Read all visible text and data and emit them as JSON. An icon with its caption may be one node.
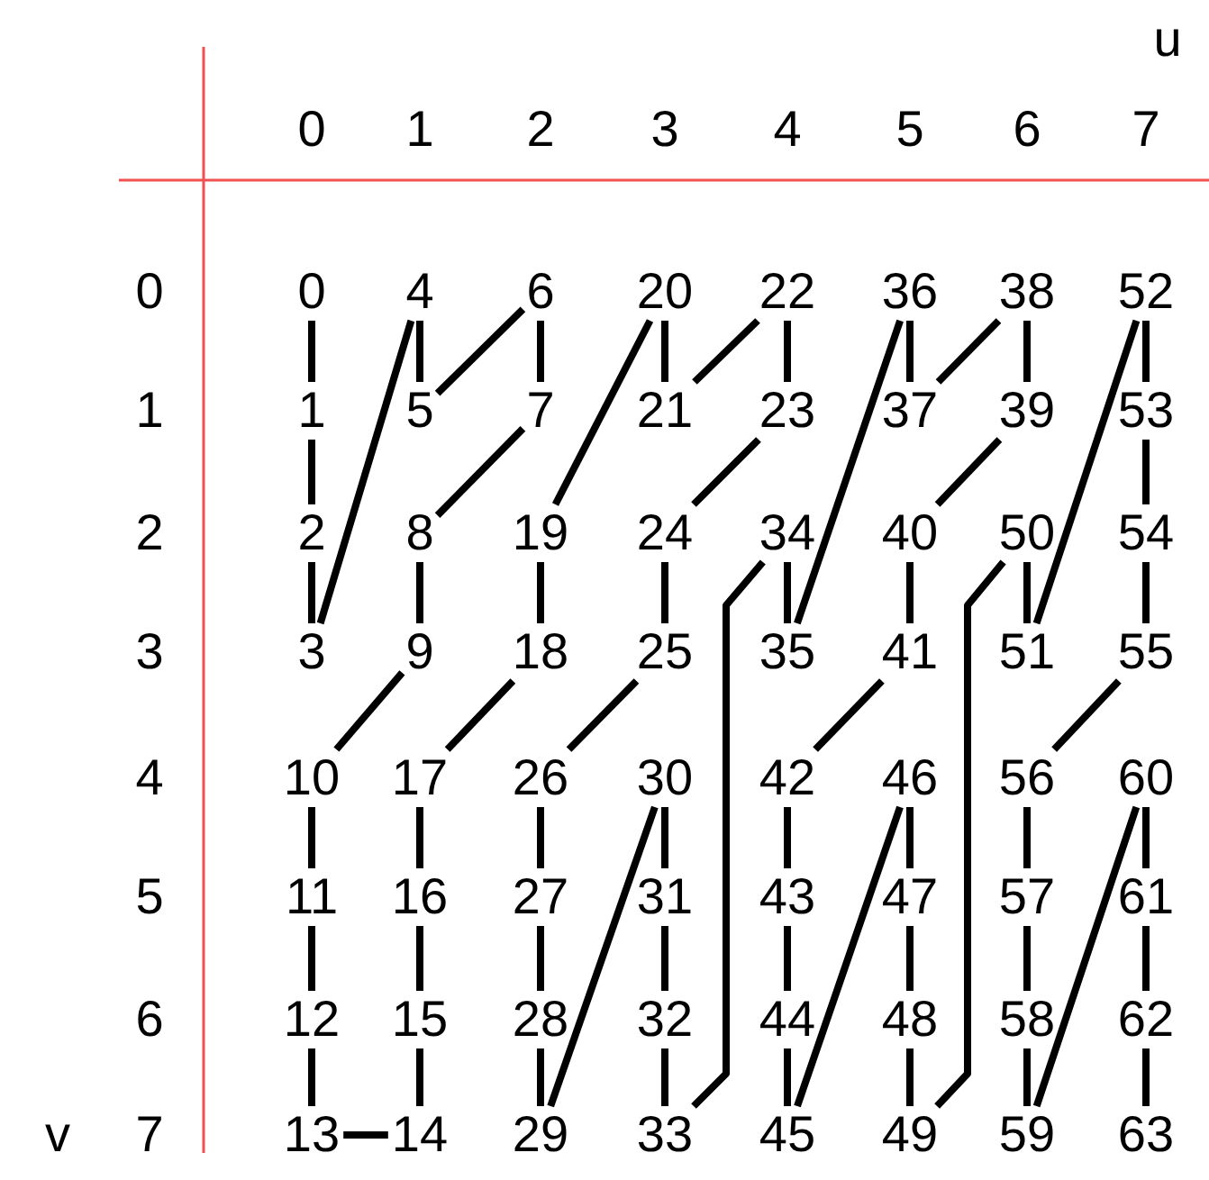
{
  "diagram": {
    "nodes": [
      {
        "text": [
          "0"
        ]
      },
      {
        "text": [
          "4"
        ]
      },
      {
        "text": [
          "6"
        ]
      },
      {
        "text": [
          "20"
        ]
      },
      {
        "text": [
          "22"
        ]
      },
      {
        "text": [
          "36"
        ]
      },
      {
        "text": [
          "38"
        ]
      },
      {
        "text": [
          "52"
        ]
      },
      {
        "text": [
          "1"
        ]
      },
      {
        "text": [
          "5"
        ]
      },
      {
        "text": [
          "7"
        ]
      },
      {
        "text": [
          "21"
        ]
      },
      {
        "text": [
          "23"
        ]
      },
      {
        "text": [
          "37"
        ]
      },
      {
        "text": [
          "39"
        ]
      },
      {
        "text": [
          "53"
        ]
      },
      {
        "text": [
          "2"
        ]
      },
      {
        "text": [
          "8"
        ]
      },
      {
        "text": [
          "19"
        ]
      },
      {
        "text": [
          "24"
        ]
      },
      {
        "text": [
          "34"
        ]
      },
      {
        "text": [
          "40"
        ]
      },
      {
        "text": [
          "50"
        ]
      },
      {
        "text": [
          "54"
        ]
      },
      {
        "text": [
          "3"
        ]
      },
      {
        "text": [
          "9"
        ]
      },
      {
        "text": [
          "18"
        ]
      },
      {
        "text": [
          "25"
        ]
      },
      {
        "text": [
          "35"
        ]
      },
      {
        "text": [
          "41"
        ]
      },
      {
        "text": [
          "51"
        ]
      },
      {
        "text": [
          "55"
        ]
      },
      {
        "text": [
          "10"
        ]
      },
      {
        "text": [
          "17"
        ]
      },
      {
        "text": [
          "26"
        ]
      },
      {
        "text": [
          "30"
        ]
      },
      {
        "text": [
          "42"
        ]
      },
      {
        "text": [
          "46"
        ]
      },
      {
        "text": [
          "56"
        ]
      },
      {
        "text": [
          "60"
        ]
      },
      {
        "text": [
          "11"
        ]
      },
      {
        "text": [
          "16"
        ]
      },
      {
        "text": [
          "27"
        ]
      },
      {
        "text": [
          "31"
        ]
      },
      {
        "text": [
          "43"
        ]
      },
      {
        "text": [
          "47"
        ]
      },
      {
        "text": [
          "57"
        ]
      },
      {
        "text": [
          "61"
        ]
      },
      {
        "text": [
          "12"
        ]
      },
      {
        "text": [
          "15"
        ]
      },
      {
        "text": [
          "28"
        ]
      },
      {
        "text": [
          "32"
        ]
      },
      {
        "text": [
          "44"
        ]
      },
      {
        "text": [
          "48"
        ]
      },
      {
        "text": [
          "58"
        ]
      },
      {
        "text": [
          "62"
        ]
      },
      {
        "text": [
          "13"
        ]
      },
      {
        "text": [
          "14"
        ]
      },
      {
        "text": [
          "29"
        ]
      },
      {
        "text": [
          "33"
        ]
      },
      {
        "text": [
          "45"
        ]
      },
      {
        "text": [
          "49"
        ]
      },
      {
        "text": [
          "59"
        ]
      },
      {
        "text": [
          "63"
        ]
      }
    ],
    "edges": [
      {
        "from": 0,
        "to": 8,
        "arrow": "none"
      },
      {
        "from": 8,
        "to": 16,
        "arrow": "none"
      },
      {
        "from": 16,
        "to": 24,
        "arrow": "none"
      },
      {
        "from": 24,
        "to": 1,
        "arrow": "none"
      },
      {
        "from": 1,
        "to": 9,
        "arrow": "none"
      },
      {
        "from": 9,
        "to": 2,
        "arrow": "none"
      },
      {
        "from": 2,
        "to": 10,
        "arrow": "none"
      },
      {
        "from": 10,
        "to": 17,
        "arrow": "none"
      },
      {
        "from": 17,
        "to": 25,
        "arrow": "none"
      },
      {
        "from": 25,
        "to": 32,
        "arrow": "none"
      },
      {
        "from": 32,
        "to": 40,
        "arrow": "none"
      },
      {
        "from": 40,
        "to": 48,
        "arrow": "none"
      },
      {
        "from": 48,
        "to": 56,
        "arrow": "none"
      },
      {
        "from": 56,
        "to": 57,
        "arrow": "none"
      },
      {
        "from": 57,
        "to": 49,
        "arrow": "none"
      },
      {
        "from": 49,
        "to": 41,
        "arrow": "none"
      },
      {
        "from": 41,
        "to": 33,
        "arrow": "none"
      },
      {
        "from": 33,
        "to": 26,
        "arrow": "none"
      },
      {
        "from": 26,
        "to": 18,
        "arrow": "none"
      },
      {
        "from": 18,
        "to": 3,
        "arrow": "none"
      },
      {
        "from": 3,
        "to": 11,
        "arrow": "none"
      },
      {
        "from": 11,
        "to": 4,
        "arrow": "none"
      },
      {
        "from": 4,
        "to": 12,
        "arrow": "none"
      },
      {
        "from": 12,
        "to": 19,
        "arrow": "none"
      },
      {
        "from": 19,
        "to": 27,
        "arrow": "none"
      },
      {
        "from": 27,
        "to": 34,
        "arrow": "none"
      },
      {
        "from": 34,
        "to": 42,
        "arrow": "none"
      },
      {
        "from": 42,
        "to": 50,
        "arrow": "none"
      },
      {
        "from": 50,
        "to": 58,
        "arrow": "none"
      },
      {
        "from": 58,
        "to": 35,
        "arrow": "none"
      },
      {
        "from": 35,
        "to": 43,
        "arrow": "none"
      },
      {
        "from": 43,
        "to": 51,
        "arrow": "none"
      },
      {
        "from": 51,
        "to": 59,
        "arrow": "none"
      },
      {
        "from": 59,
        "to": 20,
        "arrow": "none"
      },
      {
        "from": 20,
        "to": 28,
        "arrow": "none"
      },
      {
        "from": 28,
        "to": 5,
        "arrow": "none"
      },
      {
        "from": 5,
        "to": 13,
        "arrow": "none"
      },
      {
        "from": 13,
        "to": 6,
        "arrow": "none"
      },
      {
        "from": 6,
        "to": 14,
        "arrow": "none"
      },
      {
        "from": 14,
        "to": 21,
        "arrow": "none"
      },
      {
        "from": 21,
        "to": 29,
        "arrow": "none"
      },
      {
        "from": 29,
        "to": 36,
        "arrow": "none"
      },
      {
        "from": 36,
        "to": 44,
        "arrow": "none"
      },
      {
        "from": 44,
        "to": 52,
        "arrow": "none"
      },
      {
        "from": 52,
        "to": 60,
        "arrow": "none"
      },
      {
        "from": 60,
        "to": 37,
        "arrow": "none"
      },
      {
        "from": 37,
        "to": 45,
        "arrow": "none"
      },
      {
        "from": 45,
        "to": 53,
        "arrow": "none"
      },
      {
        "from": 53,
        "to": 61,
        "arrow": "none"
      },
      {
        "from": 61,
        "to": 22,
        "arrow": "none"
      },
      {
        "from": 22,
        "to": 30,
        "arrow": "none"
      },
      {
        "from": 30,
        "to": 7,
        "arrow": "none"
      },
      {
        "from": 7,
        "to": 15,
        "arrow": "none"
      },
      {
        "from": 15,
        "to": 23,
        "arrow": "none"
      },
      {
        "from": 23,
        "to": 31,
        "arrow": "none"
      },
      {
        "from": 31,
        "to": 38,
        "arrow": "none"
      },
      {
        "from": 38,
        "to": 46,
        "arrow": "none"
      },
      {
        "from": 46,
        "to": 54,
        "arrow": "none"
      },
      {
        "from": 54,
        "to": 62,
        "arrow": "none"
      },
      {
        "from": 62,
        "to": 39,
        "arrow": "none"
      },
      {
        "from": 39,
        "to": 47,
        "arrow": "none"
      },
      {
        "from": 47,
        "to": 55,
        "arrow": "none"
      },
      {
        "from": 55,
        "to": 63,
        "arrow": "none"
      }
    ],
    "labels": [
      "u",
      "0",
      "1",
      "2",
      "3",
      "4",
      "5",
      "6",
      "7",
      "0",
      "1",
      "2",
      "3",
      "4",
      "5",
      "6",
      "v",
      "7"
    ]
  }
}
